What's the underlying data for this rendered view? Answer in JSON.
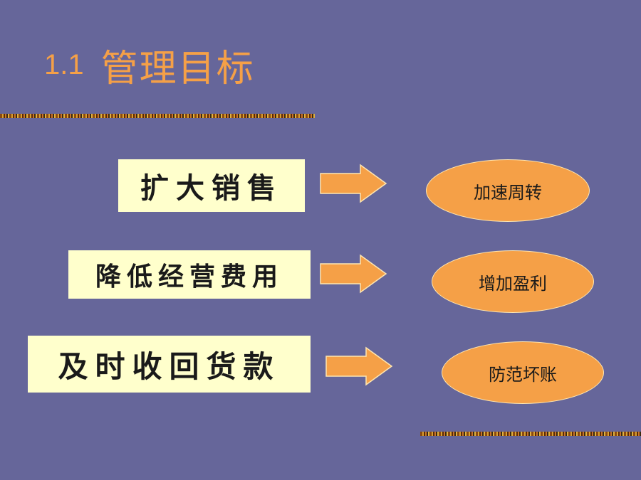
{
  "slide": {
    "title_number": "1.1",
    "title_text": "管理目标"
  },
  "rows": [
    {
      "label": "扩大销售",
      "arrow_icon": "right-arrow-icon",
      "result": "加速周转"
    },
    {
      "label": "降低经营费用",
      "arrow_icon": "right-arrow-icon",
      "result": "增加盈利"
    },
    {
      "label": "及时收回货款",
      "arrow_icon": "right-arrow-icon",
      "result": "防范坏账"
    }
  ],
  "colors": {
    "background": "#66669A",
    "accent_orange": "#F5A047",
    "label_box": "#FFFFCC",
    "text_dark": "#1A1A1A"
  }
}
